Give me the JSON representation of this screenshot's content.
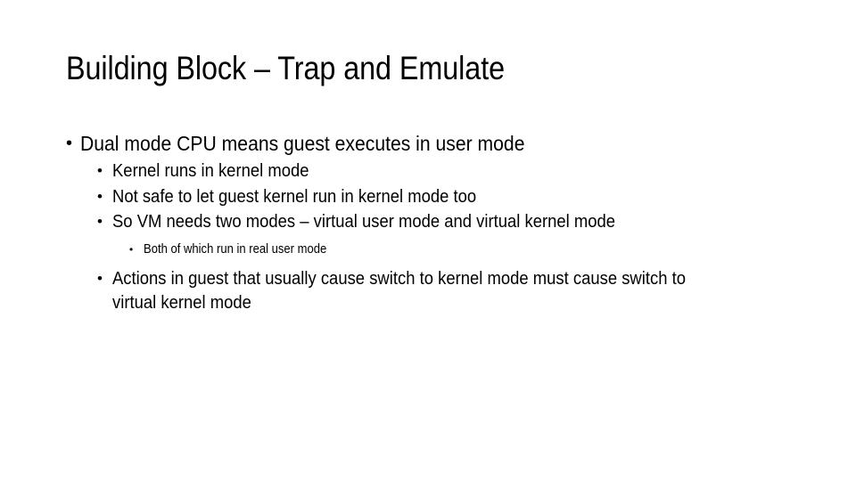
{
  "slide": {
    "title": "Building Block – Trap and Emulate",
    "background_color": "#ffffff",
    "text_color": "#000000",
    "bullet_glyph": "•",
    "content": [
      {
        "level": 1,
        "bullet": "•",
        "text": "Dual mode CPU means guest executes in user mode"
      },
      {
        "level": 2,
        "bullet": "•",
        "text": "Kernel runs in kernel mode"
      },
      {
        "level": 2,
        "bullet": "•",
        "text": "Not safe to let guest kernel run in kernel mode too"
      },
      {
        "level": 2,
        "bullet": "•",
        "text": "So VM needs two modes – virtual user mode and virtual kernel mode"
      },
      {
        "level": 3,
        "bullet": "•",
        "text": "Both of which run in real user mode"
      },
      {
        "level": 2,
        "bullet": "•",
        "text": "Actions in guest that usually cause switch to kernel mode must cause switch to virtual kernel mode"
      }
    ]
  }
}
